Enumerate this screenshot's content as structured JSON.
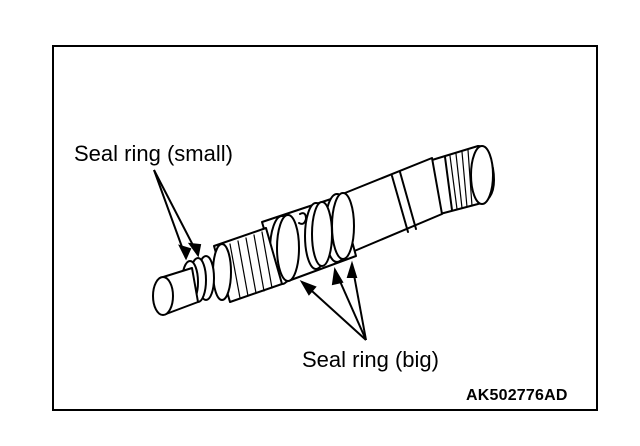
{
  "labels": {
    "seal_ring_small": "Seal ring (small)",
    "seal_ring_big": "Seal ring (big)",
    "figure_code": "AK502776AD"
  }
}
